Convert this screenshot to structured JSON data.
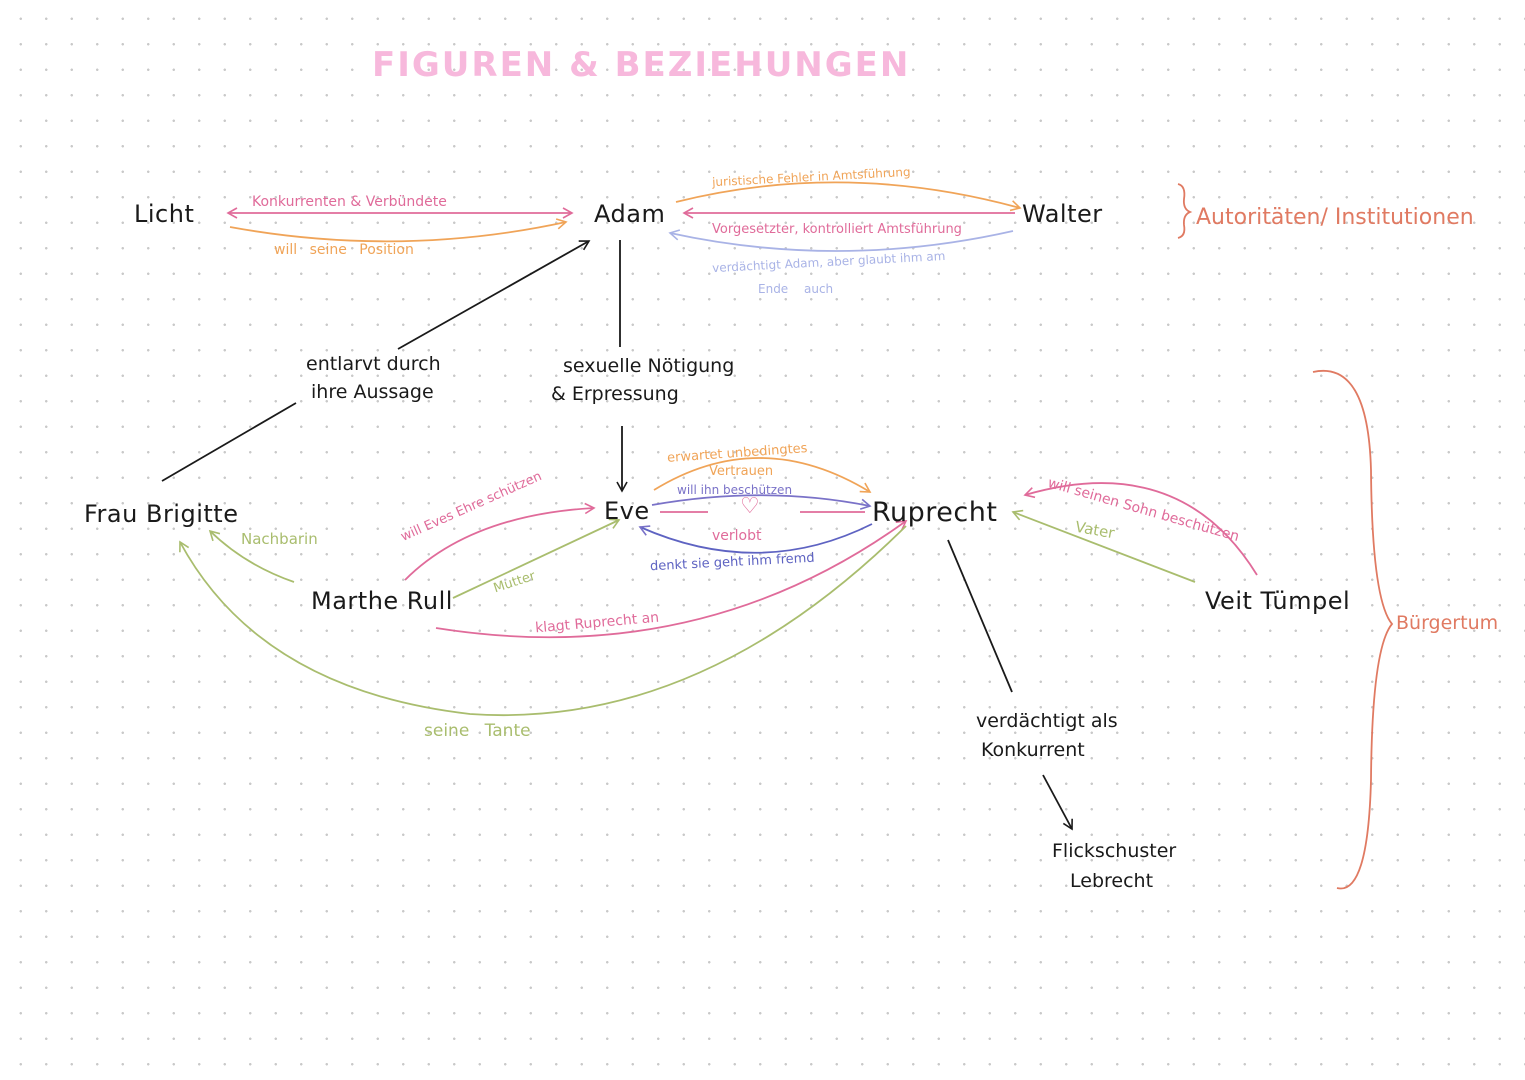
{
  "title": "FIGUREN & BEZIEHUNGEN",
  "colors": {
    "black": "#1a1a1a",
    "pink": "#e06b9a",
    "orange": "#f0a458",
    "blue": "#a9b3e6",
    "purple": "#7a72c8",
    "green": "#a9bd6e",
    "salmon": "#e07a62",
    "title_pink": "#f7b8dc"
  },
  "nodes": {
    "licht": "Licht",
    "adam": "Adam",
    "walter": "Walter",
    "frau_brigitte": "Frau Brigitte",
    "eve": "Eve",
    "ruprecht": "Ruprecht",
    "marthe_rull": "Marthe Rull",
    "veit_tuempel": "Veit Tümpel",
    "flickschuster_1": "Flickschuster",
    "flickschuster_2": "Lebrecht"
  },
  "relations": {
    "licht_adam_top": "Konkurrenten & Verbündete",
    "licht_adam_bottom": "will seine Position",
    "adam_walter_top": "juristische Fehler in Amtsführung",
    "walter_adam_middle": "Vorgesetzter, kontrolliert Amtsführung",
    "walter_adam_bottom_1": "verdächtigt Adam, aber glaubt ihm am",
    "walter_adam_bottom_2": "Ende auch",
    "brigitte_adam_1": "entlarvt durch",
    "brigitte_adam_2": "ihre Aussage",
    "adam_eve_1": "sexuelle Nötigung",
    "adam_eve_2": "& Erpressung",
    "eve_ruprecht_1": "erwartet unbedingtes",
    "eve_ruprecht_2": "Vertrauen",
    "eve_ruprecht_3": "will ihn beschützen",
    "eve_ruprecht_heart": "♡",
    "eve_ruprecht_4": "verlobt",
    "ruprecht_eve": "denkt sie geht ihm fremd",
    "marthe_eve_1": "will Eves Ehre schützen",
    "marthe_eve_2": "Mutter",
    "marthe_brigitte": "Nachbarin",
    "marthe_ruprecht": "klagt Ruprecht an",
    "ruprecht_brigitte": "seine Tante",
    "veit_ruprecht_1": "will seinen Sohn beschützen",
    "veit_ruprecht_2": "Vater",
    "ruprecht_lebrecht_1": "verdächtigt als",
    "ruprecht_lebrecht_2": "Konkurrent"
  },
  "groups": {
    "authorities": "Autoritäten/ Institutionen",
    "citizens": "Bürgertum"
  }
}
